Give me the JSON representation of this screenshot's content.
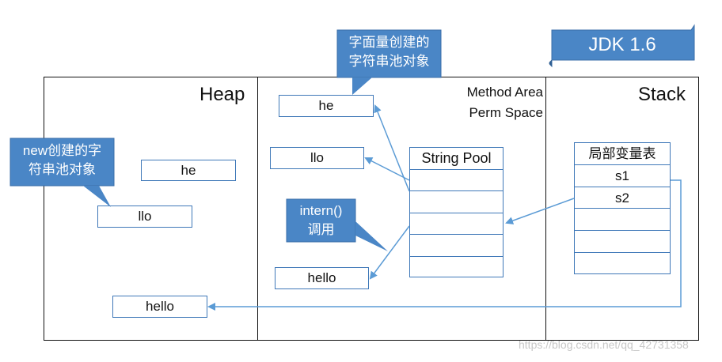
{
  "jdk_label": "JDK 1.6",
  "regions": {
    "heap": "Heap",
    "method_area_line1": "Method Area",
    "method_area_line2": "Perm Space",
    "stack": "Stack"
  },
  "heap_objects": {
    "he": "he",
    "llo": "llo",
    "hello": "hello"
  },
  "method_area_objects": {
    "he": "he",
    "llo": "llo",
    "hello": "hello"
  },
  "string_pool": {
    "title": "String Pool",
    "cells": [
      "",
      "",
      "",
      "",
      ""
    ]
  },
  "stack_table": {
    "title": "局部变量表",
    "rows": [
      "s1",
      "s2",
      "",
      "",
      ""
    ]
  },
  "callouts": {
    "literal_line1": "字面量创建的",
    "literal_line2": "字符串池对象",
    "new_line1": "new创建的字",
    "new_line2": "符串池对象",
    "intern_line1": "intern()",
    "intern_line2": "调用"
  },
  "colors": {
    "accent": "#3f78b8",
    "callout_fill": "#4a86c6",
    "arrow": "#5b9bd5"
  },
  "watermark": "https://blog.csdn.net/qq_42731358"
}
